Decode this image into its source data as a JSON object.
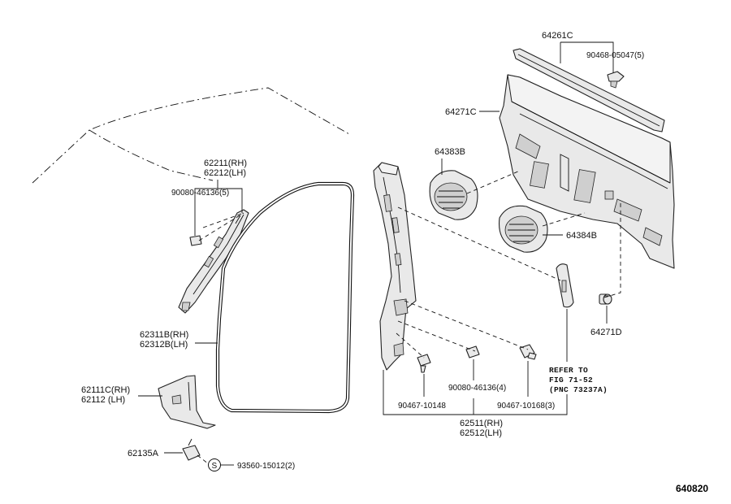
{
  "figure_number": "640820",
  "callouts": {
    "p64261C": "64261C",
    "p90468": "90468-05047(5)",
    "p64271C": "64271C",
    "p64383B": "64383B",
    "p64384B": "64384B",
    "p64271D": "64271D",
    "p62211": "62211(RH)",
    "p62212": "62212(LH)",
    "p90080a": "90080-46136(5)",
    "p62311": "62311B(RH)",
    "p62312": "62312B(LH)",
    "p62111": "62111C(RH)",
    "p62112": "62112 (LH)",
    "p62135": "62135A",
    "p93560": "93560-15012(2)",
    "s_symbol": "S",
    "p90467a": "90467-10148",
    "p90080b": "90080-46136(4)",
    "p90467b": "90467-10168(3)",
    "p62511": "62511(RH)",
    "p62512": "62512(LH)"
  },
  "refer_note": {
    "line1": "REFER TO",
    "line2": "FIG 71-52",
    "line3": "(PNC 73237A)"
  }
}
